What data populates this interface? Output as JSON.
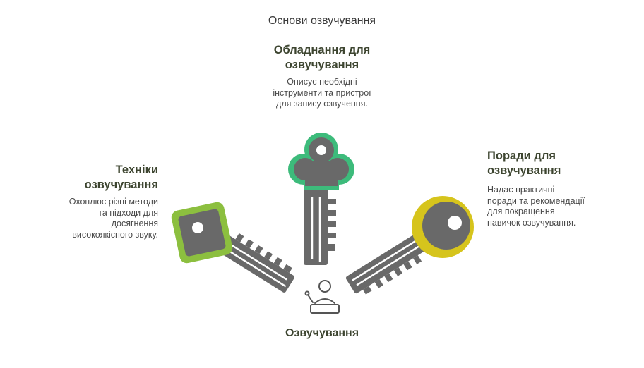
{
  "title": "Основи озвучування",
  "center": {
    "label": "Озвучування",
    "icon": "speaker-podium-icon"
  },
  "items": [
    {
      "heading": "Обладнання для озвучування",
      "description": "Описує необхідні інструменти та пристрої для запису озвучення.",
      "color": "#3dbb7b",
      "icon": "cloud-key-icon"
    },
    {
      "heading": "Техніки озвучування",
      "description": "Охоплює різні методи та підходи для досягнення високоякісного звуку.",
      "color": "#8cbf3f",
      "icon": "square-key-icon"
    },
    {
      "heading": "Поради для озвучування",
      "description": "Надає практичні поради та рекомендації для покращення навичок озвучування.",
      "color": "#d6c41c",
      "icon": "round-key-icon"
    }
  ],
  "colors": {
    "key_body": "#696969",
    "text_dark": "#3d4530"
  }
}
